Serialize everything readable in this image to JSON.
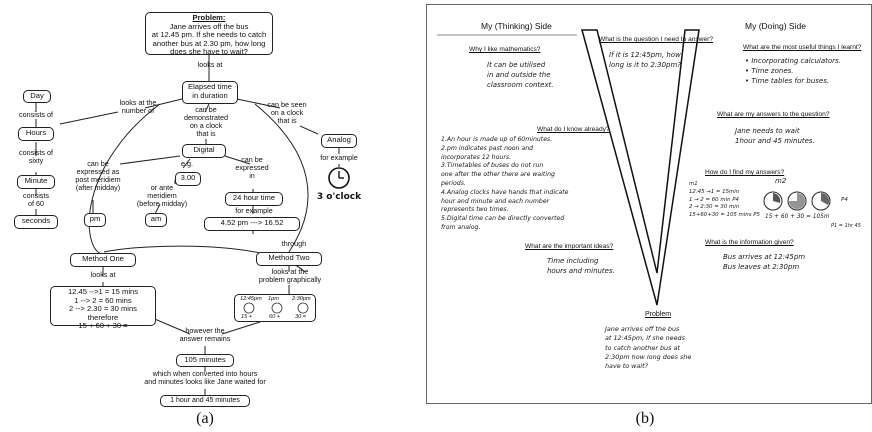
{
  "labels": {
    "a": "(a)",
    "b": "(b)"
  },
  "concept_map": {
    "problem_title": "Problem:",
    "problem_text": [
      "Jane arrives off the bus",
      "at 12.45 pm. If she needs to catch",
      "another bus at 2.30 pm, how long",
      "does she have to wait?"
    ],
    "looks_at_top": "looks at",
    "elapsed": [
      "Elapsed time",
      "in duration"
    ],
    "looks_at_number": "looks at the\nnumber of",
    "can_be_demonstrated": "can be\ndemonstrated\non a clock\nthat is",
    "can_be_seen": "can be seen\non a clock\nthat is",
    "day": "Day",
    "consists_of_1": "consists of",
    "hours": "Hours",
    "consists_of_sixty": "consists of\nsixty",
    "minute": "Minute",
    "consists_of_60": "consists\nof 60",
    "seconds": "seconds",
    "digital": "Digital",
    "can_be_expressed_post": "can be\nexpressed as\npost meridiem\n(after midday)",
    "or_ante": "or ante\nmeridiem\n(before midday)",
    "pm": "pm",
    "am": "am",
    "eg": "e.g.",
    "three": "3.00",
    "can_be_expressed_in": "can be\nexpressed\nin",
    "hour24": "24 hour time",
    "for_example_1": "for example",
    "range": "4.52 pm ---> 16.52",
    "analog": "Analog",
    "for_example_2": "for example",
    "three_oclock": "3 o'clock",
    "through": "through",
    "method_one": "Method One",
    "looks_at_m1": "looks at",
    "calc": [
      "12.45 -->1 = 15 mins",
      "1 --> 2 = 60 mins",
      "2 --> 2.30 = 30 mins",
      "therefore",
      "15 + 60 + 30 ="
    ],
    "method_two": "Method Two",
    "looks_graphically": "looks at the\nproblem graphically",
    "clock_times": [
      "12:45pm",
      "1pm",
      "2:30pm"
    ],
    "clock_sums": [
      "15 +",
      "60 +",
      "30 ="
    ],
    "however": "however the\nanswer remains",
    "answer": "105 minutes",
    "which_when": "which when converted into hours\nand minutes looks like Jane waited for",
    "final": "1 hour and 45 minutes"
  },
  "v_diagram": {
    "left_heading": "My (Thinking) Side",
    "right_heading": "My (Doing) Side",
    "center_question": "What is the question I need to answer?",
    "center_answer": "If it is 12:45pm, how\nlong is it to 2:30pm?",
    "why_like_q": "Why I like mathematics?",
    "why_like_a": "It can be utilised\nin and outside the\nclassroom context.",
    "know_q": "What do I know already?",
    "know_a": "1.An hour is made up of 60minutes.\n2.pm indicates past noon and\nincorporates 12 hours.\n3.Timetables of buses do not run\none after the other there are waiting\nperiods.\n4.Analog clocks have hands that indicate\nhour and minute and each number\nrepresents two times.\n5.Digital time can be directly converted\nfrom analog.",
    "ideas_q": "What are the important ideas?",
    "ideas_a": "Time including\nhours and minutes.",
    "useful_q": "What are the most useful things I learnt?",
    "useful_a": "• Incorporating calculators.\n• Time zones.\n• Time tables for buses.",
    "answers_q": "What are my answers to the question?",
    "answers_a": "Jane needs to wait\n1hour and 45 minutes.",
    "how_q": "How do I find my answers?",
    "how_a": "m1\n12:45 →1 = 15min\n1 → 2 = 60 min P4\n2 → 2:30 = 30 min\n15+60+30 = 105 mins P5",
    "m2": "m2",
    "m2_sum": "15 + 60 + 30 = 105m",
    "m2_extra": "P4",
    "m2_extra2": "P1 = 1hr 45",
    "info_q": "What is the information given?",
    "info_a": "Bus arrives at 12:45pm\nBus leaves at 2:30pm",
    "problem_label": "Problem",
    "problem_text": "Jane arrives off the bus\nat 12:45pm, if she needs\nto catch another bus at\n2:30pm how long does she\nhave to wait?"
  }
}
